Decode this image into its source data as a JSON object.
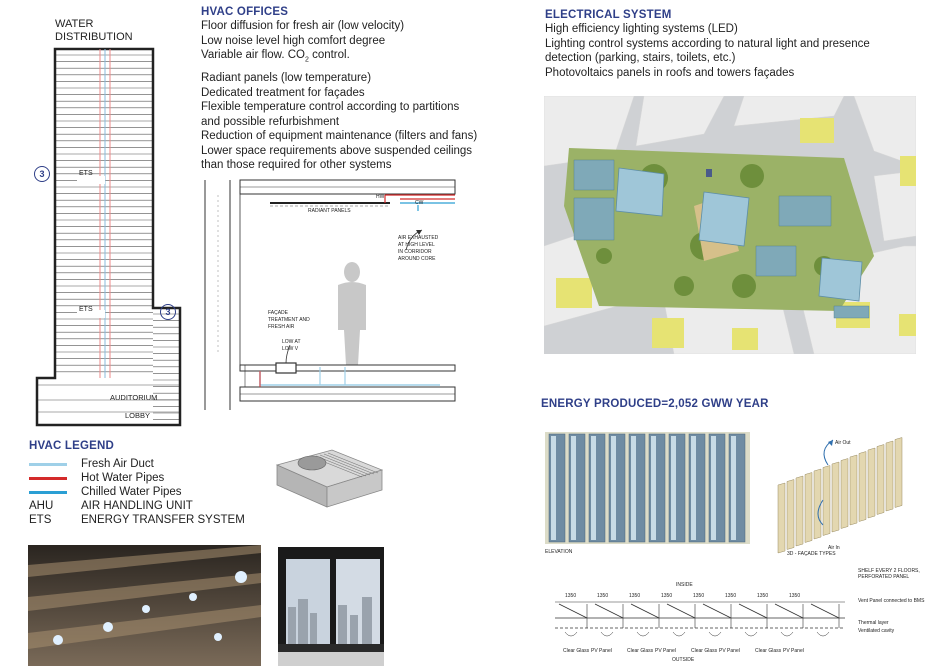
{
  "water": {
    "title_line1": "WATER",
    "title_line2": "DISTRIBUTION",
    "badge": "3",
    "ets": "ETS",
    "auditorium": "AUDITORIUM",
    "lobby": "LOBBY"
  },
  "hvac_offices": {
    "title": "HVAC OFFICES",
    "lines_a": [
      "Floor diffusion for fresh air (low velocity)",
      "Low noise level high comfort degree"
    ],
    "co2_prefix": "Variable air flow. CO",
    "co2_sub": "2",
    "co2_suffix": " control.",
    "lines_b": [
      "Radiant panels (low temperature)",
      "Dedicated treatment for façades",
      "Flexible temperature control according to partitions",
      "and possible refurbishment",
      "Reduction of equipment maintenance (filters and fans)",
      "Lower space requirements above suspended ceilings",
      "than those required for other systems"
    ]
  },
  "section": {
    "hw": "HW",
    "cw": "CW",
    "radiant": "RADIANT PANELS",
    "air_exhausted": [
      "AIR EXHAUSTED",
      "AT HIGH LEVEL",
      "IN CORRIDOR",
      "AROUND CORE"
    ],
    "facade": [
      "FAÇADE",
      "TREATMENT AND",
      "FRESH AIR"
    ],
    "low": [
      "LOW AT",
      "LOW V"
    ]
  },
  "legend": {
    "title": "HVAC LEGEND",
    "items": [
      {
        "label": "Fresh Air Duct",
        "color": "#9fd0e8"
      },
      {
        "label": "Hot Water Pipes",
        "color": "#d42a2a"
      },
      {
        "label": "Chilled Water Pipes",
        "color": "#2a9fd4"
      }
    ],
    "abbr": [
      {
        "code": "AHU",
        "text": "AIR HANDLING UNIT"
      },
      {
        "code": "ETS",
        "text": "ENERGY TRANSFER SYSTEM"
      }
    ]
  },
  "electrical": {
    "title": "ELECTRICAL SYSTEM",
    "lines": [
      "High efficiency lighting systems (LED)",
      "Lighting control systems according to natural light and presence",
      "detection (parking, stairs, toilets, etc.)",
      "Photovoltaics panels in roofs and towers façades"
    ]
  },
  "energy": {
    "title": "ENERGY PRODUCED=2,052 GWW YEAR"
  },
  "facade_diagram": {
    "elevation": "ELEVATION",
    "types": "3D - FAÇADE TYPES",
    "air_out": "Air Out",
    "air_in": "Air In",
    "shelf": [
      "SHELF EVERY 2 FLOORS,",
      "PERFORATED PANEL"
    ],
    "inside": "INSIDE",
    "outside": "OUTSIDE",
    "dim": "1350",
    "notes": [
      "Vent Panel connected to BMS",
      "Thermal layer",
      "Ventilated cavity"
    ],
    "panel_labels": [
      "Clear Glass",
      "PV Panel"
    ]
  },
  "colors": {
    "heading": "#2f3f88",
    "hot": "#d42a2a",
    "chilled": "#2a9fd4",
    "fresh": "#9fd0e8"
  }
}
